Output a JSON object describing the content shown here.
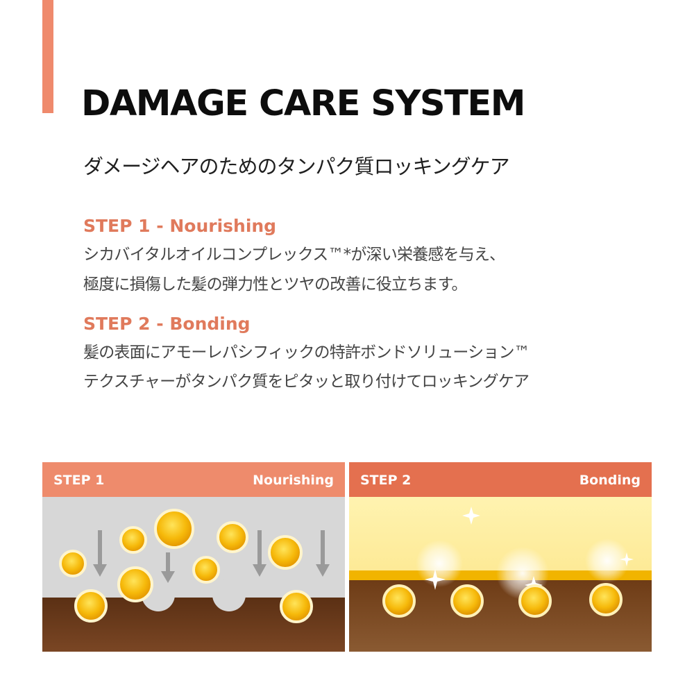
{
  "heading": {
    "title": "DAMAGE CARE SYSTEM",
    "subtitle": "ダメージヘアのためのタンパク質ロッキングケア"
  },
  "steps": [
    {
      "title": "STEP 1 - Nourishing",
      "lines": [
        "シカバイタルオイルコンプレックス™*が深い栄養感を与え、",
        "極度に損傷した髪の弾力性とツヤの改善に役立ちます。"
      ]
    },
    {
      "title": "STEP 2 - Bonding",
      "lines": [
        "髪の表面にアモーレパシフィックの特許ボンドソリューション™",
        "テクスチャーがタンパク質をピタッと取り付けてロッキングケア"
      ]
    }
  ],
  "panels": [
    {
      "step_label": "STEP 1",
      "name": "Nourishing"
    },
    {
      "step_label": "STEP 2",
      "name": "Bonding"
    }
  ],
  "colors": {
    "accent": "#ef8a6c",
    "step_text": "#e07a5c",
    "panel1_header": "#ee8b6c",
    "panel2_header": "#e4704f",
    "hair_brown": "#6b3a18",
    "oil_gold": "#f2b705"
  }
}
